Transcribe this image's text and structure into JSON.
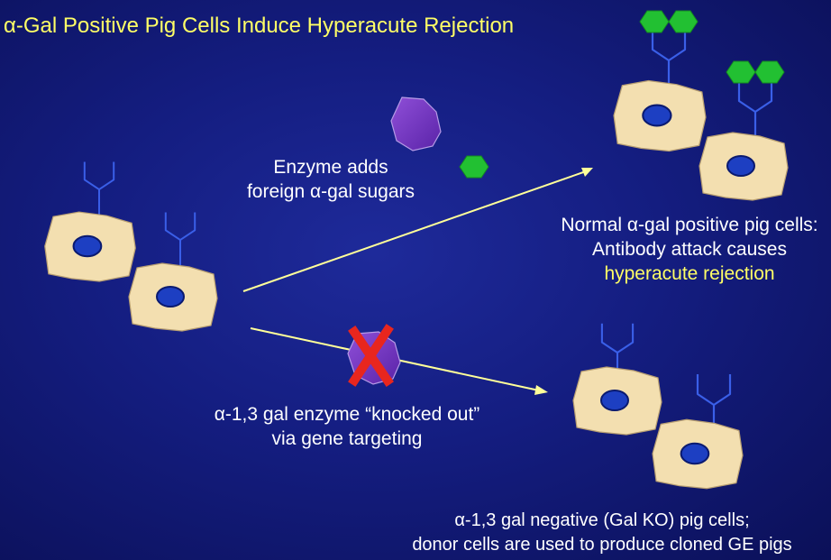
{
  "title": "α-Gal Positive Pig Cells Induce Hyperacute Rejection",
  "enzyme_caption": {
    "line1": "Enzyme adds",
    "line2": "foreign α-gal sugars"
  },
  "positive_caption": {
    "line1": "Normal α-gal positive pig cells:",
    "line2": "Antibody attack causes",
    "line3": "hyperacute rejection"
  },
  "knockout_caption": {
    "line1": "α-1,3 gal enzyme “knocked out”",
    "line2": "via gene targeting"
  },
  "negative_caption": {
    "line1": "α-1,3 gal negative (Gal KO) pig cells;",
    "line2": "donor cells are used to produce cloned GE pigs"
  },
  "colors": {
    "background": "#141d80",
    "title_text": "#ffff66",
    "cell_fill": "#f3dfb0",
    "nucleus": "#1d3fc2",
    "receptor": "#3a5fe8",
    "sugar": "#22c032",
    "enzyme": "#7a35c8",
    "arrow": "#ffff99",
    "knockout_x": "#e8261e"
  }
}
